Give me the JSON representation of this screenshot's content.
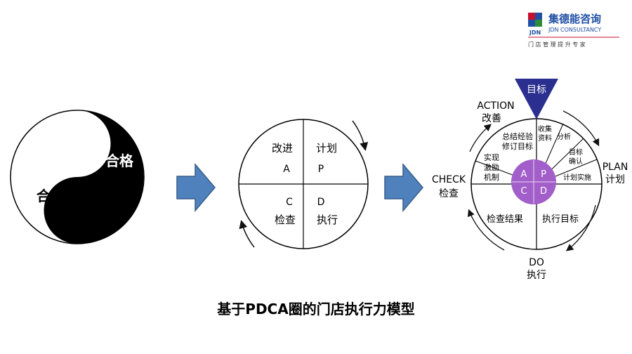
{
  "brand": {
    "logo_text": "JDN",
    "name_cn": "集德能咨询",
    "name_en": "JDN CONSULTANCY",
    "tagline": "门 店 管 理 提 升 专 家",
    "colors": {
      "red": "#c8102e",
      "blue": "#1f4fa3",
      "green": "#2e8b3a"
    }
  },
  "yinyang": {
    "black_label": "不合格",
    "white_label": "合格"
  },
  "arrow_color": "#4f81bd",
  "simple_pdca": {
    "q1": {
      "name": "改进",
      "letter": "A"
    },
    "q2": {
      "name": "计划",
      "letter": "P"
    },
    "q3": {
      "name": "检查",
      "letter": "C"
    },
    "q4": {
      "name": "执行",
      "letter": "D"
    }
  },
  "detailed_pdca": {
    "goal": "目标",
    "goal_color": "#2b2f8f",
    "center_color": "#a25ec9",
    "action": {
      "en": "ACTION",
      "cn": "改善"
    },
    "plan": {
      "en": "PLAN",
      "cn": "计划"
    },
    "check": {
      "en": "CHECK",
      "cn": "检查"
    },
    "do": {
      "en": "DO",
      "cn": "执行"
    },
    "center_letters": {
      "a": "A",
      "p": "P",
      "c": "C",
      "d": "D"
    },
    "segments": {
      "summary": [
        "总结经验",
        "修订目标"
      ],
      "implement": [
        "实现",
        "激励",
        "机制"
      ],
      "collect": [
        "收集",
        "资料"
      ],
      "analyze": "分析",
      "confirm": [
        "目标",
        "确认"
      ],
      "plan_impl": "计划实施",
      "check_result": "检查结果",
      "exec_goal": "执行目标"
    }
  },
  "caption": "基于PDCA圈的门店执行力模型"
}
